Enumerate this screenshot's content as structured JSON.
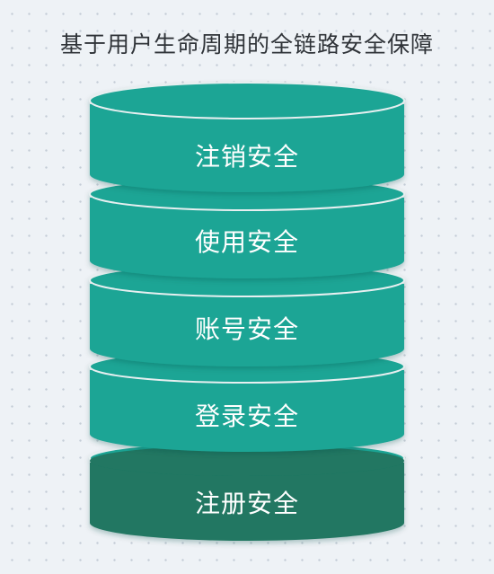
{
  "title": "基于用户生命周期的全链路安全保障",
  "layers": [
    {
      "label": "注销安全"
    },
    {
      "label": "使用安全"
    },
    {
      "label": "账号安全"
    },
    {
      "label": "登录安全"
    },
    {
      "label": "注册安全"
    }
  ],
  "colors": {
    "teal": "#1aa595",
    "teal_dark_side": "#16998a",
    "dark_green": "#207762",
    "background": "#eef2f6"
  }
}
